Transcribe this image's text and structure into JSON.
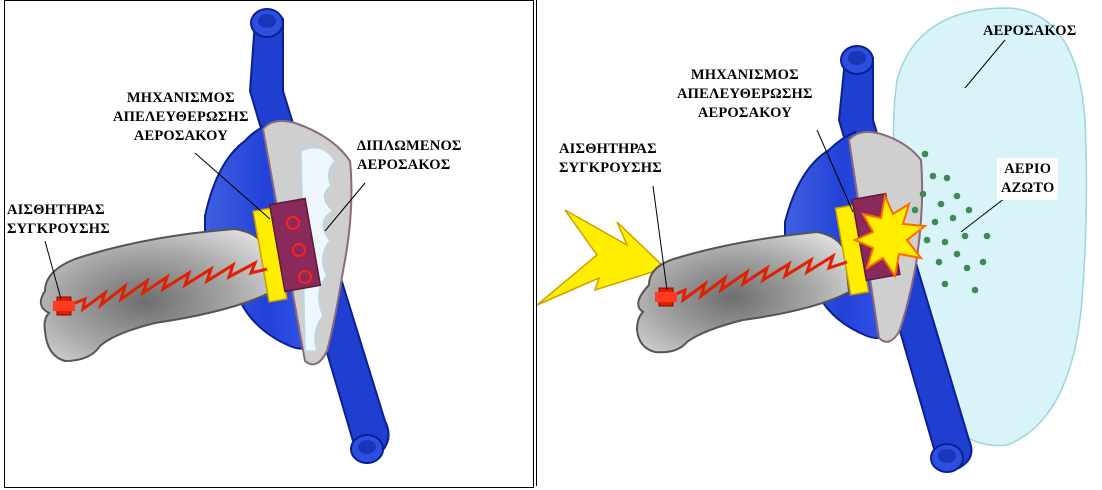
{
  "left_panel": {
    "crash_sensor": [
      "ΑΙΣΘΗΤΗΡΑΣ",
      "ΣΥΓΚΡΟΥΣΗΣ"
    ],
    "release_mechanism": [
      "ΜΗΧΑΝΙΣΜΟΣ",
      "ΑΠΕΛΕΥΘΕΡΩΣΗΣ",
      "ΑΕΡΟΣΑΚΟΥ"
    ],
    "folded_airbag": [
      "ΔΙΠΛΩΜΕΝΟΣ",
      "ΑΕΡΟΣΑΚΟΣ"
    ]
  },
  "right_panel": {
    "crash_sensor": [
      "ΑΙΣΘΗΤΗΡΑΣ",
      "ΣΥΓΚΡΟΥΣΗΣ"
    ],
    "release_mechanism": [
      "ΜΗΧΑΝΙΣΜΟΣ",
      "ΑΠΕΛΕΥΘΕΡΩΣΗΣ",
      "ΑΕΡΟΣΑΚΟΥ"
    ],
    "airbag": [
      "ΑΕΡΟΣΑΚΟΣ"
    ],
    "nitrogen_gas": [
      "ΑΕΡΙΟ",
      "ΑΖΩΤΟ"
    ]
  },
  "colors": {
    "steering_blue": "#1f3fd0",
    "housing_gray": "#c8c8c8",
    "mechanism_purple": "#8a2a5a",
    "detonator_yellow": "#ffee00",
    "wire_red": "#e02000",
    "airbag_cyan": "#d9f4f8",
    "gas_green": "#3d8a55"
  }
}
